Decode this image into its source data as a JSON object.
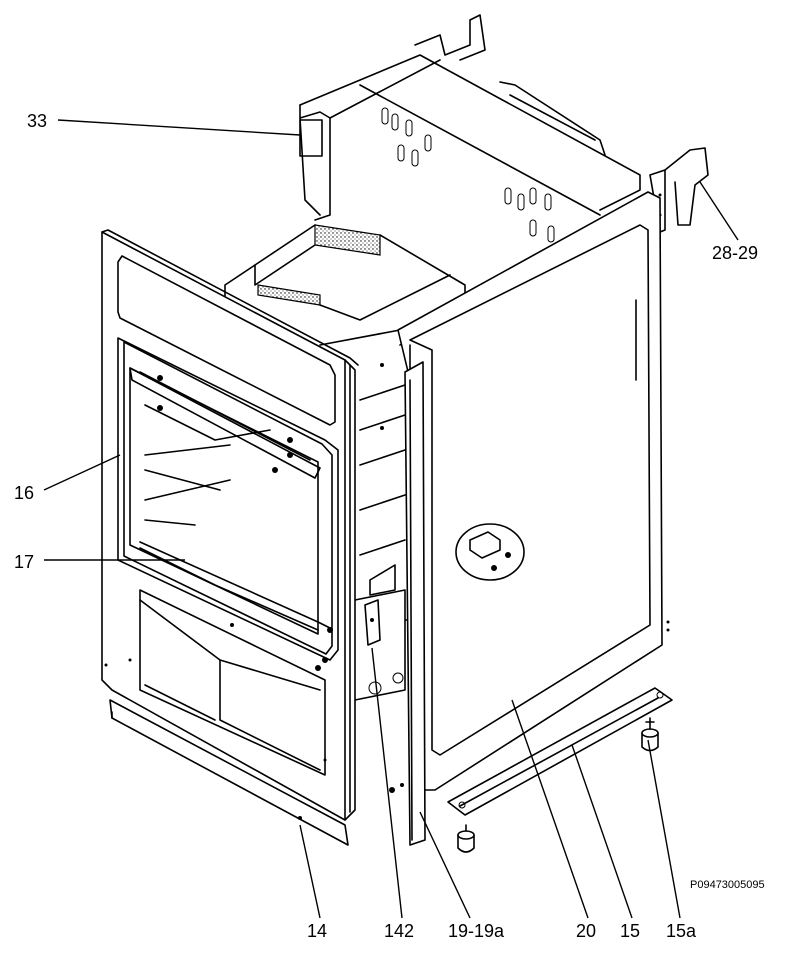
{
  "diagram": {
    "callouts": [
      {
        "id": "33",
        "text": "33"
      },
      {
        "id": "28-29",
        "text": "28-29"
      },
      {
        "id": "16",
        "text": "16"
      },
      {
        "id": "17",
        "text": "17"
      },
      {
        "id": "14",
        "text": "14"
      },
      {
        "id": "142",
        "text": "142"
      },
      {
        "id": "19-19a",
        "text": "19-19a"
      },
      {
        "id": "20",
        "text": "20"
      },
      {
        "id": "15",
        "text": "15"
      },
      {
        "id": "15a",
        "text": "15a"
      }
    ],
    "drawing_code": "P09473005095"
  }
}
